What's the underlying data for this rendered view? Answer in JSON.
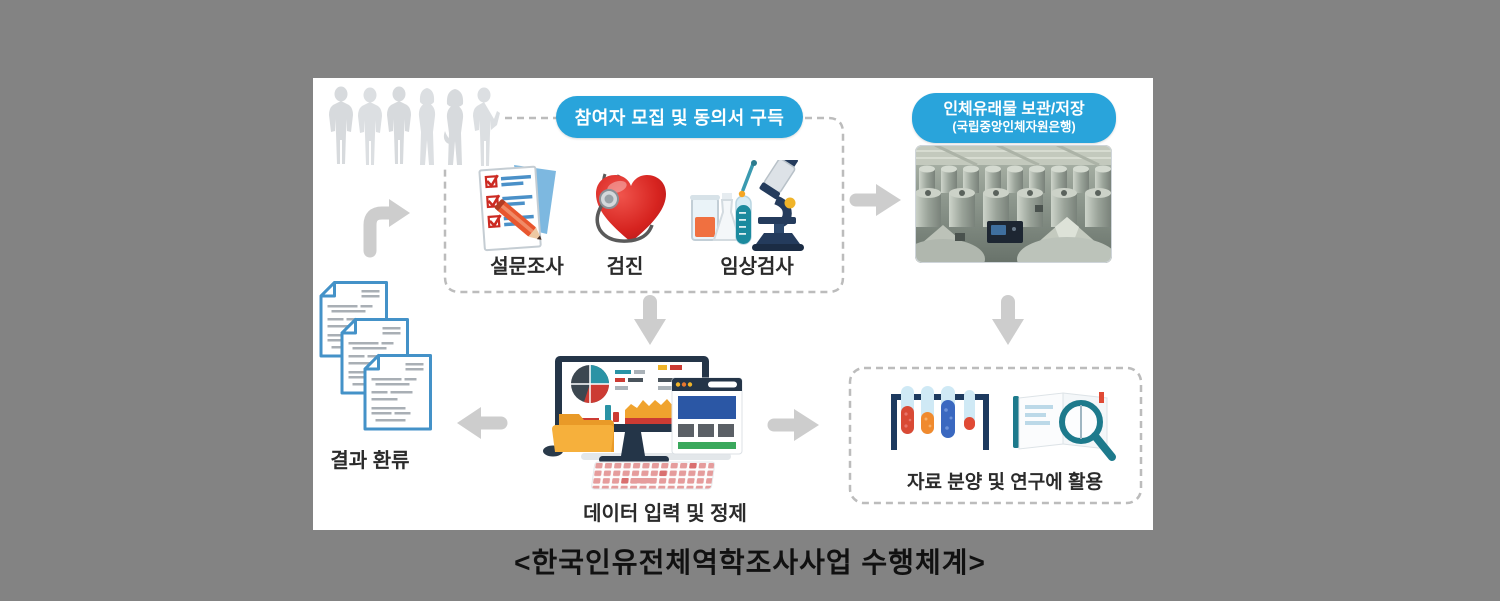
{
  "background": {
    "page_bg": "#838383",
    "panel_bg": "#ffffff"
  },
  "caption": "<한국인유전체역학조사사업 수행체계>",
  "recruitment": {
    "label": "참여자 모집 및 동의서 구득",
    "steps": [
      {
        "label": "설문조사",
        "icon": "survey-checklist-icon"
      },
      {
        "label": "검진",
        "icon": "heart-stethoscope-icon"
      },
      {
        "label": "임상검사",
        "icon": "clinical-lab-icon"
      }
    ]
  },
  "storage": {
    "title": "인체유래물 보관/저장",
    "subtitle": "(국립중앙인체자원은행)",
    "image": "biobank-facility-photo"
  },
  "data_entry": {
    "label": "데이터 입력 및 정제",
    "icon": "computer-dashboard-icon"
  },
  "feedback": {
    "label": "결과 환류",
    "icon": "stacked-documents-icon"
  },
  "usage": {
    "label": "자료 분양 및 연구에 활용",
    "icons": [
      "test-tube-rack-icon",
      "book-magnifier-icon"
    ]
  },
  "colors": {
    "accent_blue": "#29a4db",
    "dashed_border": "#bcbcbc",
    "arrow_gray": "#cdcdcd",
    "document_blue": "#4492c8",
    "heart_red": "#cc2127",
    "teal": "#1d7a8c",
    "label_text": "#2b2b2b",
    "caption_text": "#111111"
  }
}
